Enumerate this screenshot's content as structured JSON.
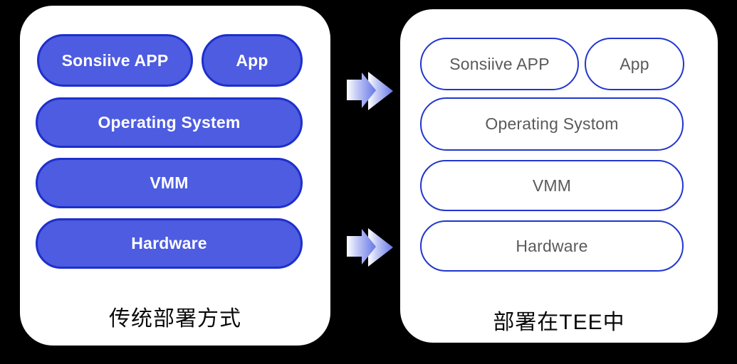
{
  "diagram": {
    "background_color": "#000000",
    "card_color": "#FFFFFF"
  },
  "colors": {
    "filled_pill_fill": "#4D5CE0",
    "filled_pill_border": "#1E2FCC",
    "filled_pill_text": "#FFFFFF",
    "outline_pill_border": "#2236CE",
    "outline_pill_text": "#5A5A5A",
    "label_text": "#0A0A0A",
    "arrow_gradient_start": "#FFFFFF",
    "arrow_gradient_end": "#6577E6"
  },
  "left_panel": {
    "label": "传统部署方式",
    "pills": {
      "app_main": "Sonsiive APP",
      "app_secondary": "App",
      "os": "Operating System",
      "vmm": "VMM",
      "hardware": "Hardware"
    }
  },
  "right_panel": {
    "label": "部署在TEE中",
    "pills": {
      "app_main": "Sonsiive APP",
      "app_secondary": "App",
      "os": "Operating Systom",
      "vmm": "VMM",
      "hardware": "Hardware"
    }
  },
  "arrows": {
    "direction": "right",
    "count": 2
  }
}
